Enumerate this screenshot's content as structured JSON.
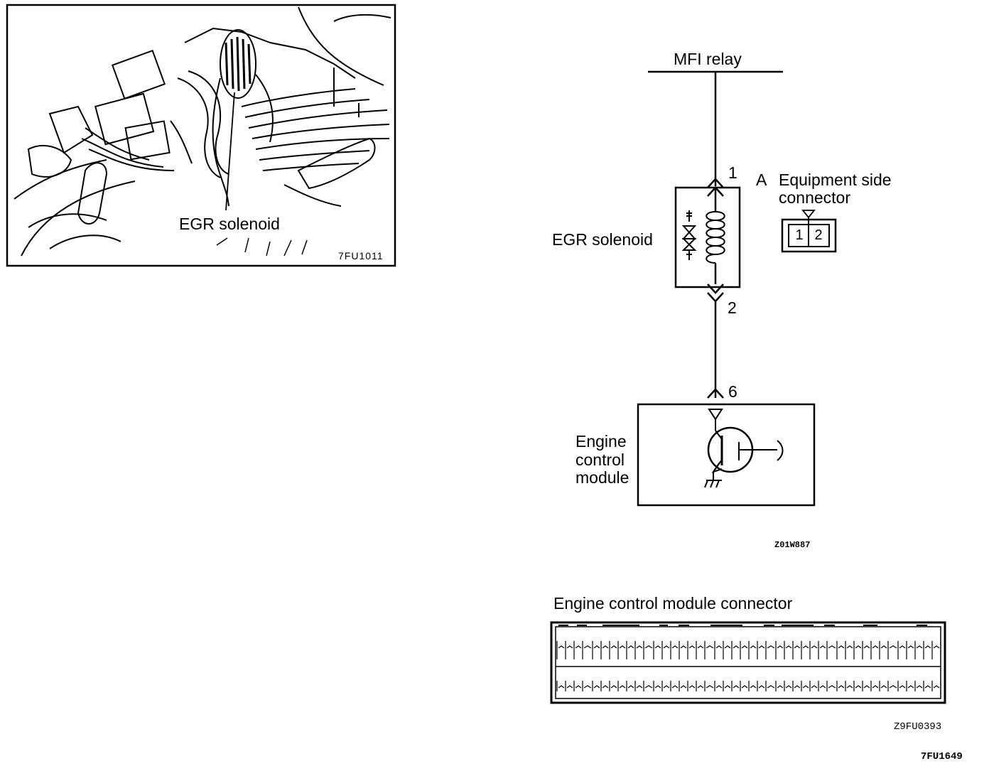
{
  "photo": {
    "label": "EGR solenoid",
    "figure_code": "7FU1011"
  },
  "schematic": {
    "relay_label": "MFI relay",
    "solenoid_label": "EGR solenoid",
    "connector_letter": "A",
    "connector_caption_line1": "Equipment side",
    "connector_caption_line2": "connector",
    "connector_pins": [
      "1",
      "2"
    ],
    "pin_top": "1",
    "pin_bottom": "2",
    "pin_ecm": "6",
    "ecm_label_lines": [
      "Engine",
      "control",
      "module"
    ],
    "figure_code": "Z01W887"
  },
  "ecm_connector": {
    "title": "Engine control module connector",
    "figure_code": "Z9FU0393"
  },
  "page_code": "7FU1649"
}
